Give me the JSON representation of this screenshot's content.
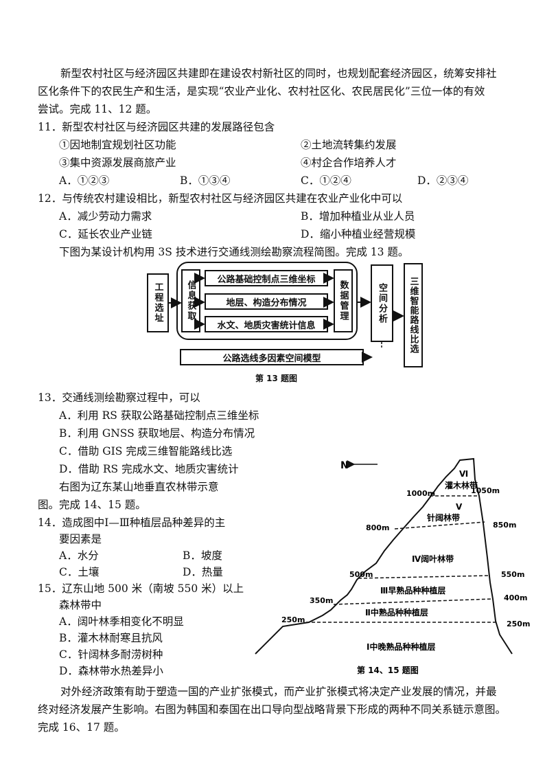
{
  "intro1": {
    "line1": "新型农村社区与经济园区共建即在建设农村新社区的同时，也规划配套经济园区，统筹安排社",
    "line2": "区化条件下的农民生产和生活，是实现“农业产业化、农村社区化、农民居民化”三位一体的有效",
    "line3": "尝试。完成 11、12 题。"
  },
  "q11": {
    "stem": "11．新型农村社区与经济园区共建的发展路径包含",
    "opt1": "①因地制宜规划社区功能",
    "opt2": "②土地流转集约发展",
    "opt3": "③集中资源发展商旅产业",
    "opt4": "④村企合作培养人才",
    "A": "A．①②③",
    "B": "B．①③④",
    "C": "C．①②④",
    "D": "D．②③④"
  },
  "q12": {
    "stem": "12．与传统农村建设相比，新型农村社区与经济园区共建在农业产业化中可以",
    "A": "A．减少劳动力需求",
    "B": "B．增加种植业从业人员",
    "C": "C．延长农业产业链",
    "D": "D．缩小种植业经营规模"
  },
  "intro13": "下图为某设计机构用 3S 技术进行交通线测绘勘察流程简图。完成 13 题。",
  "flowchart": {
    "site": "工程选址",
    "info": "信息获取",
    "item1": "公路基础控制点三维坐标",
    "item2": "地层、构造分布情况",
    "item3": "水文、地质灾害统计信息",
    "data_mgmt": "数据管理",
    "spatial": "空间分析",
    "route": "三维智能路线比选",
    "model": "公路选线多因素空间模型",
    "caption": "第 13 题图"
  },
  "q13": {
    "stem": "13．交通线测绘勘察过程中，可以",
    "A": "A．利用 RS 获取公路基础控制点三维坐标",
    "B": "B．利用 GNSS 获取地层、构造分布情况",
    "C": "C．借助 GIS 完成三维智能路线比选",
    "D": "D．借助 RS 完成水文、地质灾害统计"
  },
  "intro14": {
    "line1": "右图为辽东某山地垂直农林带示意",
    "line2": "图。完成 14、15 题。"
  },
  "q14": {
    "stem1": "14．造成图中Ⅰ—Ⅲ种植层品种差异的主",
    "stem2": "要因素是",
    "A": "A．水分",
    "B": "B．坡度",
    "C": "C．土壤",
    "D": "D．热量"
  },
  "q15": {
    "stem1": "15．辽东山地 500 米（南坡 550 米）以上",
    "stem2": "森林带中",
    "A": "A．阔叶林季相变化不明显",
    "B": "B．灌木林耐寒且抗风",
    "C": "C．针阔林多耐涝树种",
    "D": "D．森林带水热差异小"
  },
  "mountain": {
    "north": "N",
    "zone6_num": "Ⅵ",
    "zone6": "灌木林带",
    "zone5_num": "Ⅴ",
    "zone5": "针阔林带",
    "zone4": "Ⅳ阔叶林带",
    "zone3": "Ⅲ早熟品种种植层",
    "zone2": "Ⅱ中熟品种种植层",
    "zone1": "Ⅰ中晚熟品种种植层",
    "l1000": "1000m",
    "l800": "800m",
    "l500": "500m",
    "l350": "350m",
    "l250": "250m",
    "r1050": "1050m",
    "r850": "850m",
    "r550": "550m",
    "r400": "400m",
    "r250": "250m",
    "caption": "第 14、15 题图"
  },
  "intro16": {
    "line1": "对外经济政策有助于塑造一国的产业扩张模式，而产业扩张模式将决定产业发展的情况，并最",
    "line2": "终对经济发展产生影响。右图为韩国和泰国在出口导向型战略背景下形成的两种不同关系链示意图。",
    "line3": "完成 16、17 题。"
  }
}
